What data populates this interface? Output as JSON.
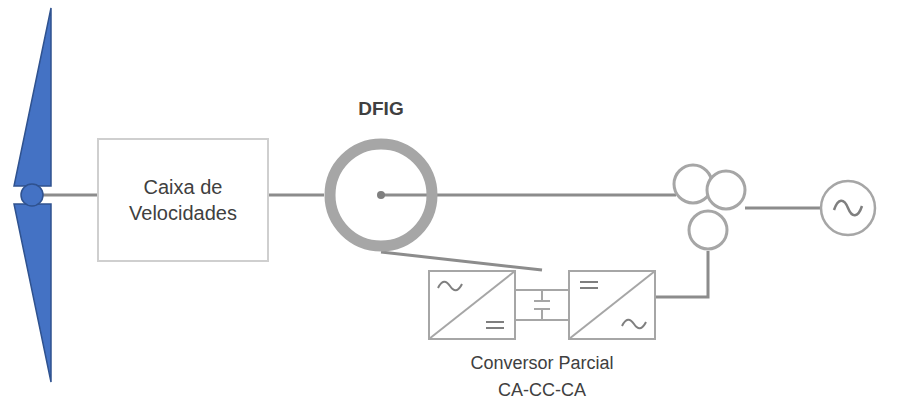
{
  "diagram": {
    "nodes": [
      {
        "text": [
          "Caixa de Velocidades"
        ]
      },
      {
        "text": [
          "DFIG"
        ]
      },
      {
        "text": [
          "Conversor Parcial CA-CC-CA"
        ]
      }
    ],
    "edges": [
      {
        "from": 0,
        "to": 1,
        "arrow": "none"
      },
      {
        "from": 1,
        "to": 2,
        "arrow": "none"
      }
    ]
  }
}
